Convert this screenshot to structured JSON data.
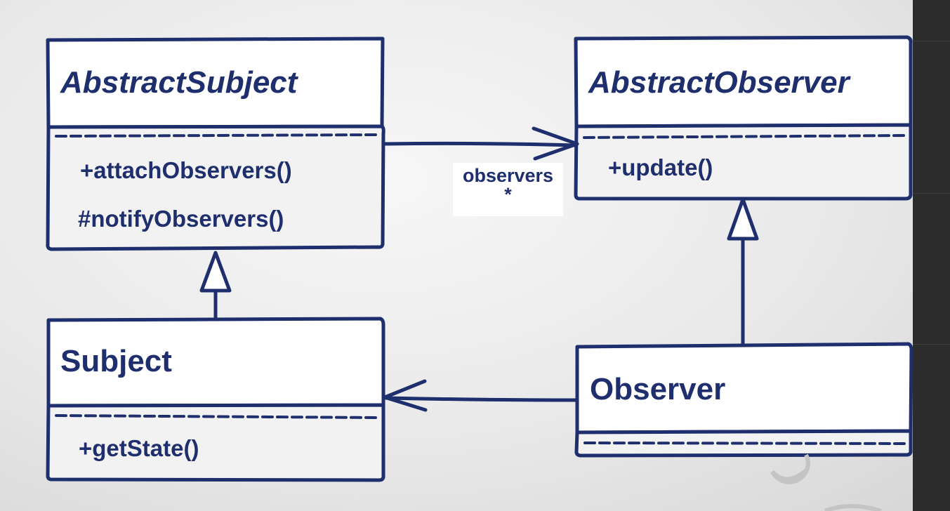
{
  "diagram": {
    "abstract_subject": {
      "name": "AbstractSubject",
      "methods": [
        "+attachObservers()",
        "#notifyObservers()"
      ]
    },
    "abstract_observer": {
      "name": "AbstractObserver",
      "methods": [
        "+update()"
      ]
    },
    "subject": {
      "name": "Subject",
      "methods": [
        "+getState()"
      ]
    },
    "observer": {
      "name": "Observer",
      "methods": []
    },
    "association": {
      "role": "observers",
      "multiplicity": "*"
    }
  },
  "colors": {
    "ink": "#1f2f6e",
    "box_header": "#ffffff",
    "box_body": "#f2f2f2",
    "background": "#e9e9e9",
    "side_strip": "#2c2c2c"
  }
}
